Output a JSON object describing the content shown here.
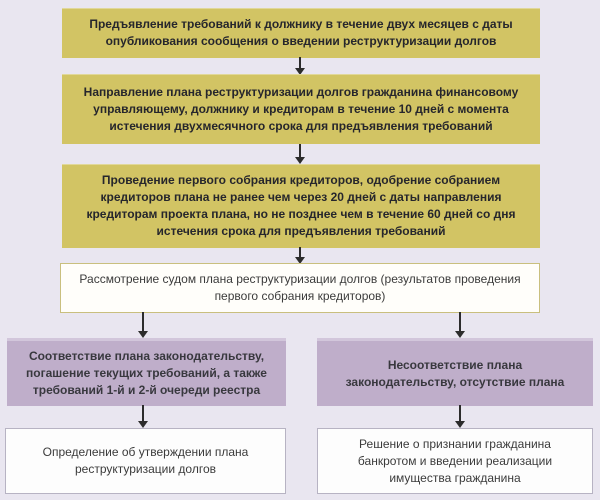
{
  "colors": {
    "background": "#e9e6f0",
    "yellow_fill": "#d2c464",
    "yellow_text": "#26262c",
    "white_olive_fill": "#fffefa",
    "white_olive_border": "#c9bf7e",
    "purple_fill": "#bfaeca",
    "purple_highlight": "#d2c6db",
    "white_gray_border": "#b7b3c3",
    "arrow": "#2c2c2c",
    "body_text_dark": "#3b3b3b"
  },
  "icons": {
    "arrow_down": "▼"
  },
  "nodes": {
    "step1": {
      "text": "Предъявление требований к должнику в течение двух месяцев с даты опубликования сообщения о введении реструктуризации долгов"
    },
    "step2": {
      "text": "Направление плана реструктуризации долгов гражданина финансовому управляющему, должнику и кредиторам в течение 10 дней с момента истечения двухмесячного срока для предъявления требований"
    },
    "step3": {
      "text": "Проведение первого собрания кредиторов, одобрение собранием кредиторов плана не ранее чем через 20 дней с даты направления кредиторам проекта плана, но не позднее чем в течение 60 дней со дня истечения срока для предъявления требований"
    },
    "step4": {
      "text": "Рассмотрение судом плана реструктуризации долгов (результатов проведения первого собрания кредиторов)"
    },
    "branch_left": {
      "text": "Соответствие плана законодательству, погашение текущих требований, а также требований 1-й и 2-й очереди реестра"
    },
    "branch_right": {
      "text": "Несоответствие плана законодательству, отсутствие плана"
    },
    "outcome_left": {
      "text": "Определение об утверждении плана реструктуризации долгов"
    },
    "outcome_right": {
      "text": "Решение о признании гражданина банкротом и введении реализации имущества гражданина"
    }
  }
}
